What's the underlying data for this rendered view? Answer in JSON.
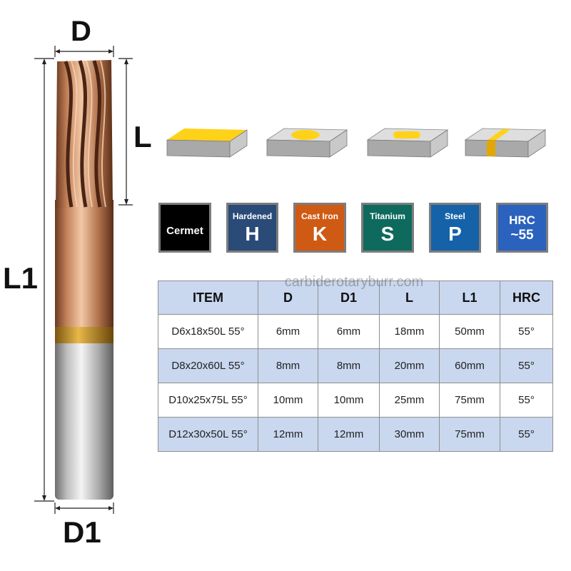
{
  "labels": {
    "d": "D",
    "l": "L",
    "l1": "L1",
    "d1": "D1"
  },
  "badges": [
    {
      "caption": "",
      "big": "Cermet",
      "color": "#000000"
    },
    {
      "caption": "Hardened",
      "big": "H",
      "color": "#2a4a78"
    },
    {
      "caption": "Cast Iron",
      "big": "K",
      "color": "#cf5a14"
    },
    {
      "caption": "Titanium",
      "big": "S",
      "color": "#0e6a5c"
    },
    {
      "caption": "Steel",
      "big": "P",
      "color": "#1562a8"
    },
    {
      "caption": "HRC",
      "big": "~55",
      "color": "#2a62bd"
    }
  ],
  "watermark": "carbiderotaryburr.com",
  "table": {
    "headers": [
      "ITEM",
      "D",
      "D1",
      "L",
      "L1",
      "HRC"
    ],
    "rows": [
      [
        "D6x18x50L 55°",
        "6mm",
        "6mm",
        "18mm",
        "50mm",
        "55°"
      ],
      [
        "D8x20x60L 55°",
        "8mm",
        "8mm",
        "20mm",
        "60mm",
        "55°"
      ],
      [
        "D10x25x75L 55°",
        "10mm",
        "10mm",
        "25mm",
        "75mm",
        "55°"
      ],
      [
        "D12x30x50L 55°",
        "12mm",
        "12mm",
        "30mm",
        "75mm",
        "55°"
      ]
    ]
  }
}
